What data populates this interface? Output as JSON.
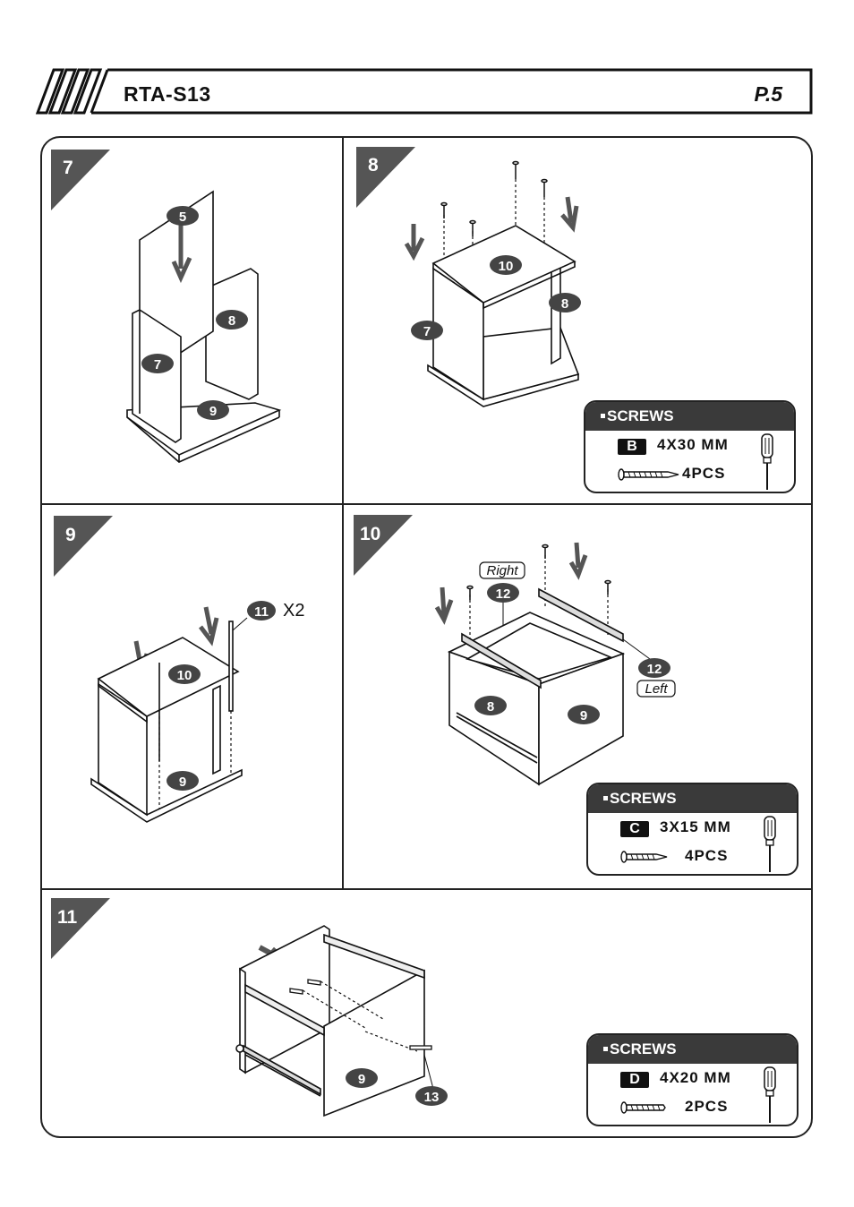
{
  "header": {
    "model": "RTA-S13",
    "page": "P.5"
  },
  "steps": [
    {
      "number": "7",
      "part_labels": [
        "5",
        "8",
        "7",
        "9"
      ]
    },
    {
      "number": "8",
      "part_labels": [
        "10",
        "8",
        "7"
      ]
    },
    {
      "number": "9",
      "part_labels": [
        "11",
        "10",
        "9"
      ],
      "quantity_note": "X2"
    },
    {
      "number": "10",
      "part_labels": [
        "12",
        "12",
        "8",
        "9"
      ],
      "right_label": "Right",
      "left_label": "Left"
    },
    {
      "number": "11",
      "part_labels": [
        "9",
        "13"
      ]
    }
  ],
  "screw_boxes": [
    {
      "heading": "SCREWS",
      "code": "B",
      "size": "4X30 MM",
      "qty": "4PCS"
    },
    {
      "heading": "SCREWS",
      "code": "C",
      "size": "3X15 MM",
      "qty": "4PCS"
    },
    {
      "heading": "SCREWS",
      "code": "D",
      "size": "4X20 MM",
      "qty": "2PCS"
    }
  ],
  "icons": [
    "screwdriver-icon",
    "screw-icon",
    "down-arrow-icon"
  ]
}
